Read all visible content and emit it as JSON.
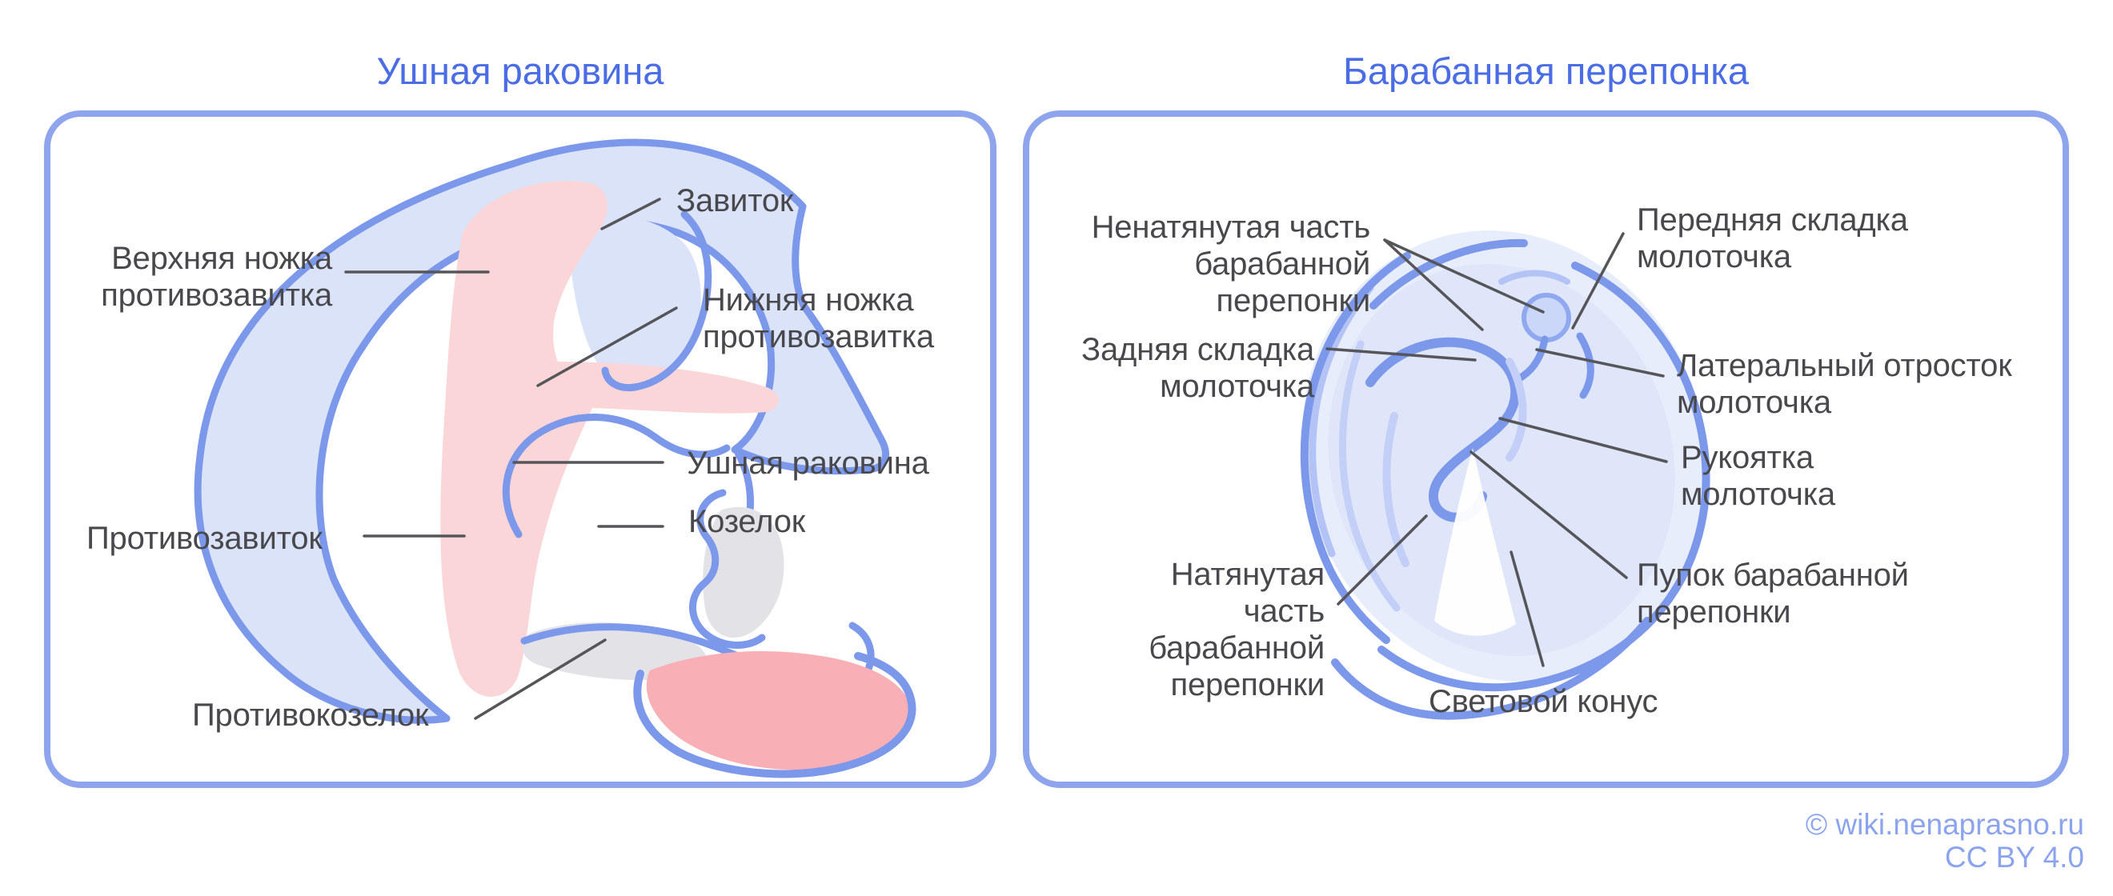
{
  "panels": {
    "auricle": {
      "title": "Ушная раковина",
      "labels": {
        "helix": "Завиток",
        "superior_crus": "Верхняя ножка\nпротивозавитка",
        "inferior_crus": "Нижняя ножка\nпротивозавитка",
        "auricle": "Ушная раковина",
        "tragus": "Козелок",
        "antihelix": "Противозавиток",
        "antitragus": "Противокозелок"
      }
    },
    "tympanic": {
      "title": "Барабанная перепонка",
      "labels": {
        "pars_flaccida": "Ненатянутая часть\nбарабанной перепонки",
        "posterior_fold": "Задняя складка\nмолоточка",
        "pars_tensa": "Натянутая часть\nбарабанной\nперепонки",
        "light_cone": "Световой конус",
        "anterior_fold": "Передняя складка\nмолоточка",
        "lateral_process": "Латеральный отросток\nмолоточка",
        "manubrium": "Рукоятка\nмолоточка",
        "umbo": "Пупок барабанной\nперепонки"
      }
    }
  },
  "footer": {
    "credit": "© wiki.nenaprasno.ru",
    "license": "CC BY 4.0"
  },
  "colors": {
    "title_blue": "#4A6CE4",
    "outline_blue": "#7C98EA",
    "panel_border": "#8EA5EE",
    "fill_lavender": "#DBE3F8",
    "fill_pink": "#FAD6D8",
    "fill_lobe_pink": "#F9AFB6",
    "fill_grey": "#E2E2E7",
    "membrane_fill": "#DFE6FA",
    "label_text": "#48484D",
    "leader_grey": "#55555A",
    "footer_blue": "#8CA4EE"
  }
}
